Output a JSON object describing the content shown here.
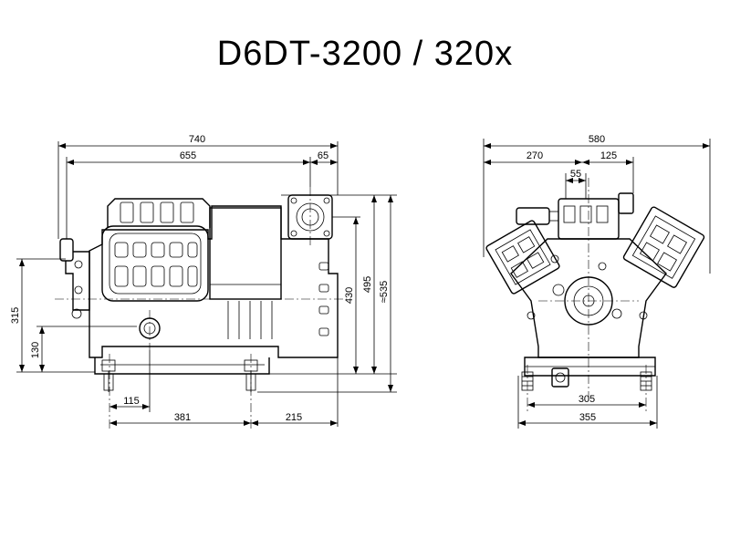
{
  "title": "D6DT-3200 / 320x",
  "side_view": {
    "dims": {
      "overall_length": "740",
      "body_length": "655",
      "flange_offset": "65",
      "height_430": "430",
      "height_495": "495",
      "height_535": "≈535",
      "valve_height": "315",
      "shaft_height": "130",
      "foot_offset": "115",
      "foot_spacing": "381",
      "rear_offset": "215"
    }
  },
  "front_view": {
    "dims": {
      "overall_width": "580",
      "left_offset": "270",
      "right_offset": "125",
      "valve_width": "55",
      "foot_spacing": "305",
      "base_width": "355"
    }
  }
}
